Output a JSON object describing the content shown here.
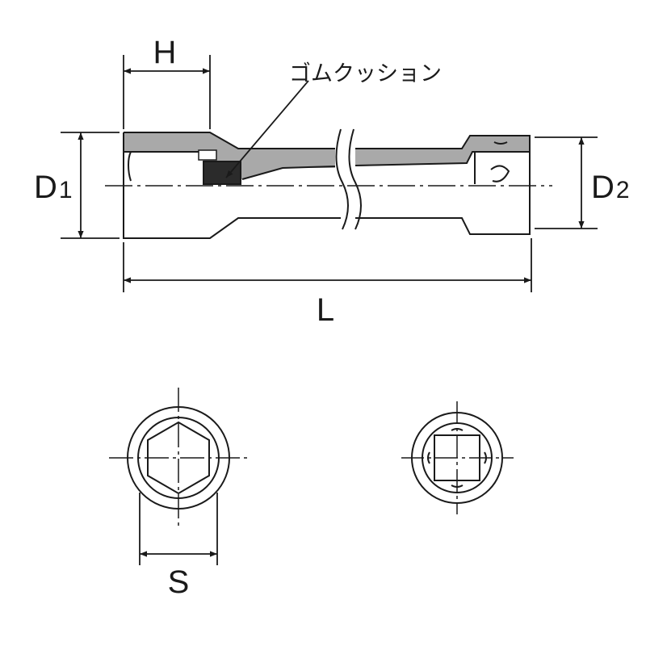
{
  "labels": {
    "H": "H",
    "cushion": "ゴムクッション",
    "D1_main": "D",
    "D1_sub": "1",
    "D2_main": "D",
    "D2_sub": "2",
    "L": "L",
    "S": "S"
  },
  "colors": {
    "line": "#1a1a1a",
    "shade": "#a9a9a9",
    "rubber": "#2b2b2b"
  }
}
